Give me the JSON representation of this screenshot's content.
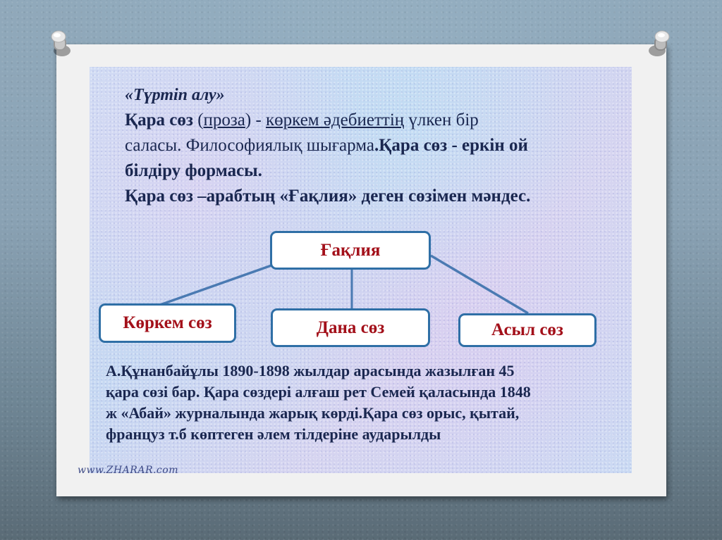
{
  "slide": {
    "heading": "«Түртіп алу»",
    "paragraph": {
      "line1_bold": "Қара сөз",
      "line1_paren_open": " (",
      "line1_link1": "проза",
      "line1_mid": ") - ",
      "line1_link2": "көркем әдебиеттің",
      "line1_rest": " үлкен бір",
      "line2_normal": "саласы. Философиялық шығарма",
      "line2_bold": ".Қара сөз - еркін ой",
      "line3_bold": "білдіру формасы.",
      "line4_bold": "Қара сөз –арабтың «Ғақлия» деген сөзімен мәндес."
    },
    "diagram": {
      "root": "Ғақлия",
      "children": [
        "Көркем сөз",
        "Дана сөз",
        "Асыл сөз"
      ],
      "colors": {
        "border": "#2f6fa6",
        "connector": "#4a7ab2",
        "label": "#a3101a"
      }
    },
    "bottom_text": {
      "line1": "А.Құнанбайұлы 1890-1898 жылдар арасында жазылған 45",
      "line2": "қара сөзі бар. Қара сөздері алғаш рет Семей қаласында 1848",
      "line3": "ж «Абай» журналында жарық көрді.Қара сөз орыс, қытай,",
      "line4": "француз т.б көптеген әлем тілдеріне аударылды"
    },
    "watermark": "www.ZHARAR.com",
    "text_color": "#1a2750"
  }
}
